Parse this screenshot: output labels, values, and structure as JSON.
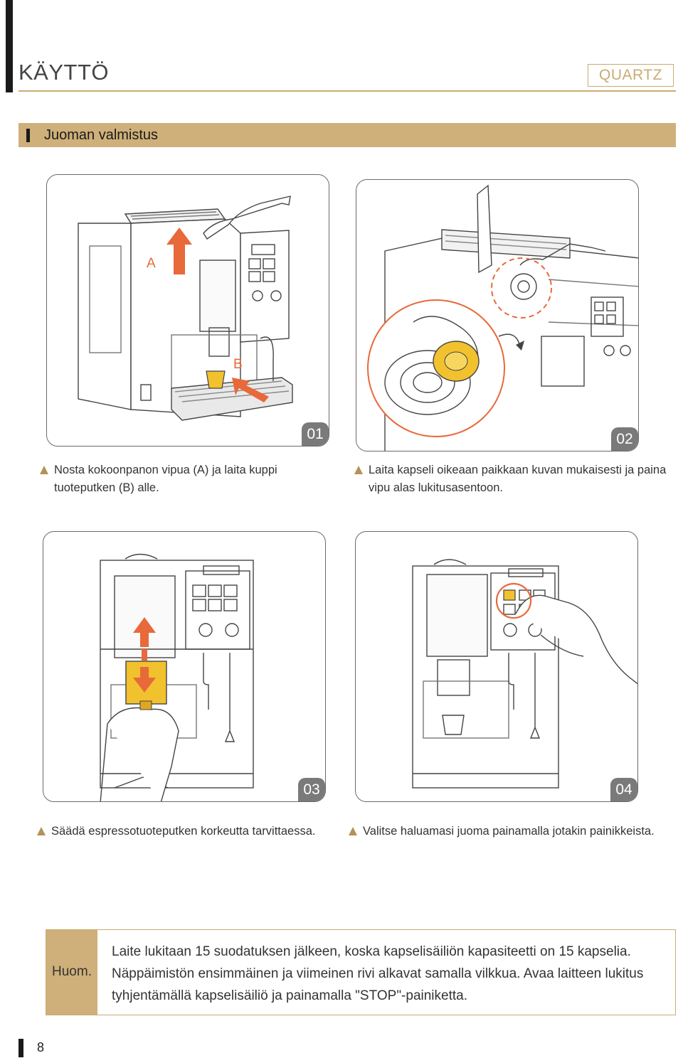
{
  "header": {
    "title": "KÄYTTÖ",
    "brand": "QUARTZ"
  },
  "section": {
    "title": "Juoman valmistus"
  },
  "steps": [
    {
      "number": "01",
      "caption": "Nosta kokoonpanon vipua (A) ja laita kuppi tuoteputken (B) alle.",
      "labels": {
        "a": "A",
        "b": "B"
      }
    },
    {
      "number": "02",
      "caption": "Laita kapseli oikeaan paikkaan kuvan mukaisesti ja paina vipu alas lukitusasentoon."
    },
    {
      "number": "03",
      "caption": "Säädä espressotuoteputken korkeutta tarvittaessa."
    },
    {
      "number": "04",
      "caption": "Valitse haluamasi juoma painamalla jotakin painikkeista."
    }
  ],
  "note": {
    "label": "Huom.",
    "text": "Laite lukitaan 15 suodatuksen jälkeen, koska kapselisäiliön kapasiteetti on 15 kapselia. Näppäimistön ensimmäinen ja viimeinen rivi alkavat samalla vilkkua. Avaa laitteen lukitus tyhjentämällä kapselisäiliö ja painamalla \"STOP\"-painiketta."
  },
  "footer": {
    "page": "8"
  },
  "colors": {
    "gold": "#cfb07a",
    "gold_line": "#c9ab71",
    "orange": "#e8693a",
    "yellow": "#f2c12e",
    "tab_gray": "#7a7a7a"
  }
}
